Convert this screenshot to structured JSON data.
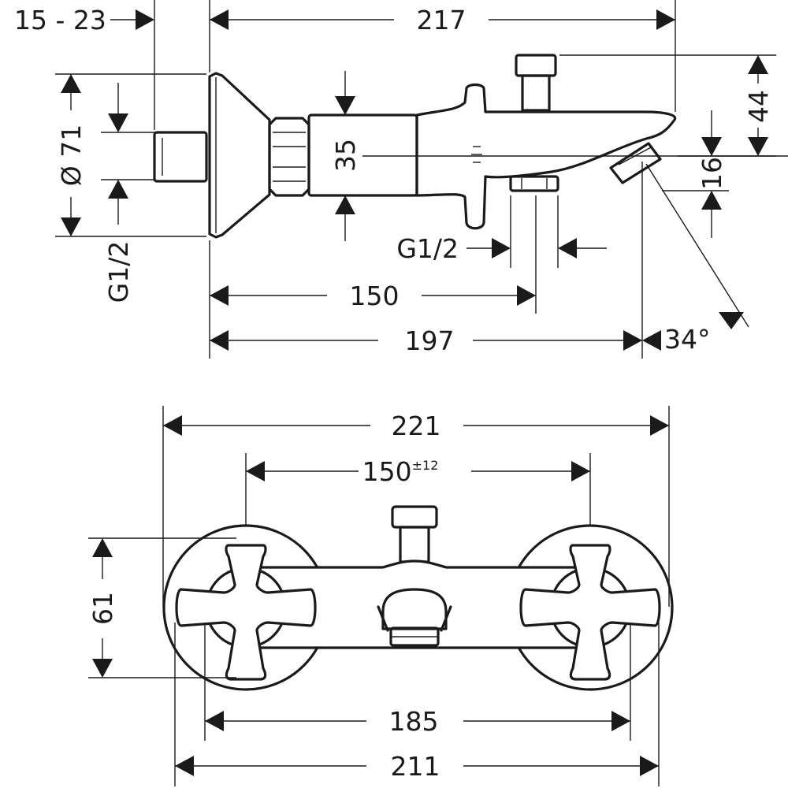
{
  "side_view": {
    "dim_wall_offset": "15 - 23",
    "dim_total_length": "217",
    "dim_flange_diameter": "Ø 71",
    "dim_inlet_thread": "G1/2",
    "dim_body_height": "35",
    "dim_spout_height": "44",
    "dim_outlet_height": "16",
    "dim_outlet_thread": "G1/2",
    "dim_axis_to_outlet": "150",
    "dim_spout_reach": "197",
    "dim_spout_angle": "34°"
  },
  "front_view": {
    "dim_overall_width": "221",
    "dim_centres": "150",
    "dim_centres_tolerance": "±12",
    "dim_height": "61",
    "dim_handle_span": "185",
    "dim_rosette_span": "211"
  }
}
